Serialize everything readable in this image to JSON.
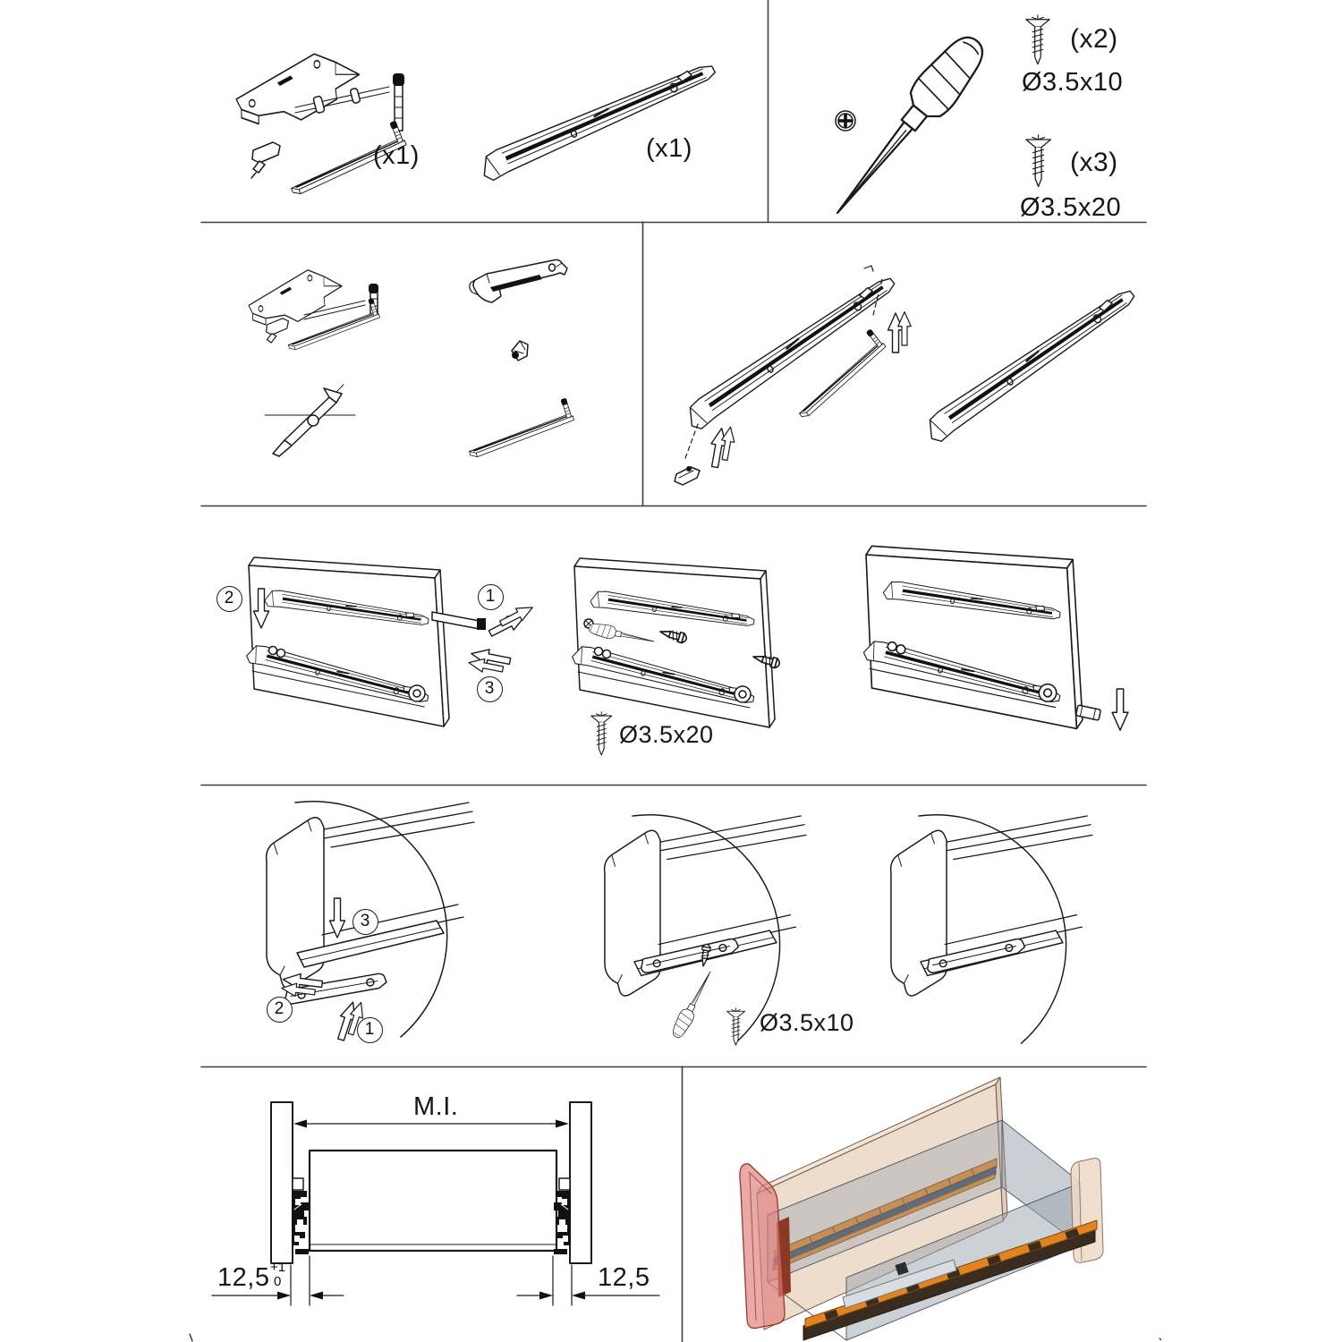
{
  "page": {
    "background": "#ffffff",
    "ink": "#1a1a1a"
  },
  "kit_panel": {
    "items": [
      {
        "part": "pull-out-latch-assembly",
        "qty": "(x1)"
      },
      {
        "part": "drawer-slide-rail",
        "qty": "(x1)"
      }
    ]
  },
  "hardware_panel": {
    "tool": "phillips-screwdriver",
    "screws": [
      {
        "qty": "(x2)",
        "size": "Ø3.5x10"
      },
      {
        "qty": "(x3)",
        "size": "Ø3.5x20"
      }
    ]
  },
  "side_mount_steps": {
    "step_insert": "1",
    "step_lower": "2",
    "step_slide": "3",
    "screw_size": "Ø3.5x20"
  },
  "front_mount_steps": {
    "step_hook": "1",
    "step_slide": "2",
    "step_press": "3",
    "screw_size": "Ø3.5x10"
  },
  "dimension_panel": {
    "inner_width_label": "M.I.",
    "left_offset": "12,5",
    "left_tolerance_upper": "+1",
    "left_tolerance_lower": "0",
    "right_offset": "12,5"
  },
  "render_panel": {
    "colors": {
      "cabinet": "#eedac8",
      "front_panel": "#dd7d7a",
      "drawer_box": "#9aa3ad",
      "slide_rail": "#e2831f"
    }
  }
}
